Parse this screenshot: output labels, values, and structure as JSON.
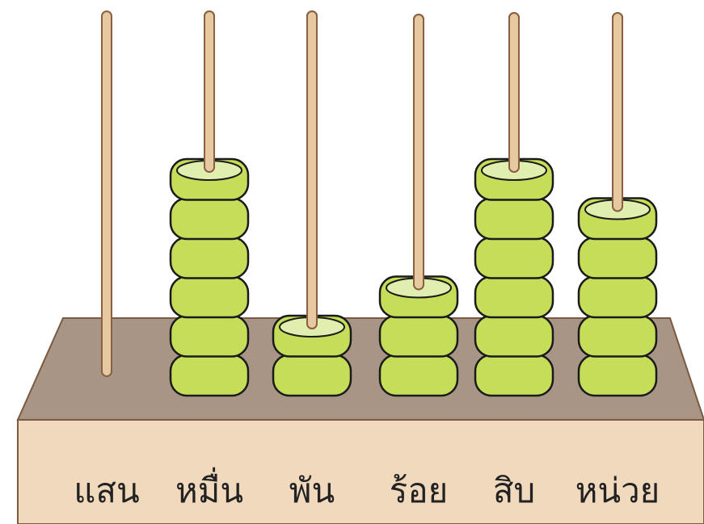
{
  "colors": {
    "board_top": "#a89585",
    "board_front": "#f0d9bc",
    "board_outline": "#7a5a40",
    "rod_fill": "#e6c9a0",
    "rod_outline": "#8a6040",
    "bead_fill": "#c6dd5a",
    "bead_top": "#e0eeb0",
    "bead_outline": "#1a1a1a"
  },
  "columns": [
    {
      "label": "แสน",
      "beads": 0
    },
    {
      "label": "หมื่น",
      "beads": 6
    },
    {
      "label": "พัน",
      "beads": 2
    },
    {
      "label": "ร้อย",
      "beads": 3
    },
    {
      "label": "สิบ",
      "beads": 6
    },
    {
      "label": "หน่วย",
      "beads": 5
    }
  ]
}
